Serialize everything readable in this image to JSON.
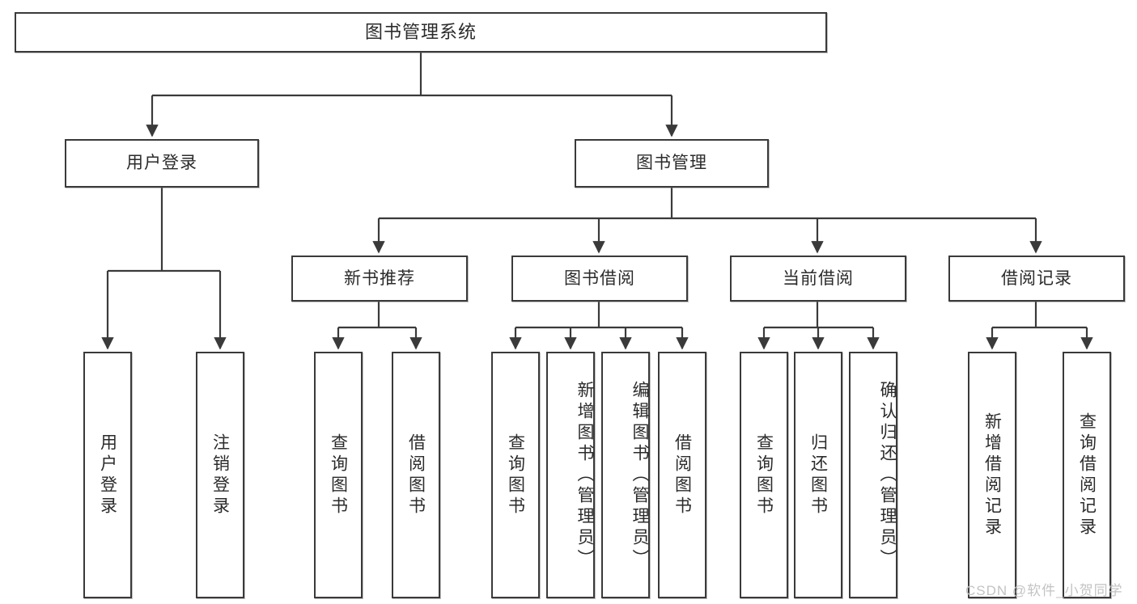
{
  "diagram": {
    "title": "图书管理系统",
    "type": "functional-structure-tree",
    "stroke_color": "#3a3a3a",
    "text_color": "#2b2b2b",
    "background_color": "#ffffff"
  },
  "nodes": {
    "root": {
      "label": "图书管理系统"
    },
    "level1": [
      {
        "label": "用户登录"
      },
      {
        "label": "图书管理"
      }
    ],
    "level2": [
      {
        "label": "新书推荐"
      },
      {
        "label": "图书借阅"
      },
      {
        "label": "当前借阅"
      },
      {
        "label": "借阅记录"
      }
    ],
    "leaves_user_login": [
      {
        "label": "用户登录"
      },
      {
        "label": "注销登录"
      }
    ],
    "leaves_new_book": [
      {
        "label": "查询图书"
      },
      {
        "label": "借阅图书"
      }
    ],
    "leaves_borrow": [
      {
        "label": "查询图书"
      },
      {
        "label": "新增图书（管理员）"
      },
      {
        "label": "编辑图书（管理员）"
      },
      {
        "label": "借阅图书"
      }
    ],
    "leaves_current": [
      {
        "label": "查询图书"
      },
      {
        "label": "归还图书"
      },
      {
        "label": "确认归还（管理员）"
      }
    ],
    "leaves_records": [
      {
        "label": "新增借阅记录"
      },
      {
        "label": "查询借阅记录"
      }
    ]
  },
  "watermark": {
    "text": "CSDN @软件_小贺同学"
  }
}
